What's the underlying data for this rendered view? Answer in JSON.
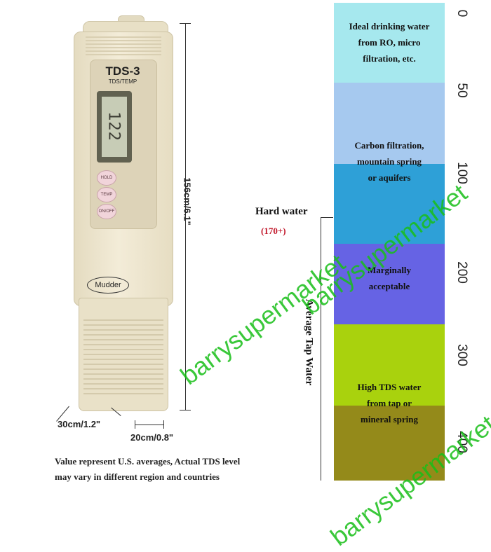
{
  "meter": {
    "model": "TDS-3",
    "model_sub": "TDS/TEMP",
    "display_value": "122",
    "buttons": {
      "hold": "HOLD",
      "temp": "TEMP",
      "onoff": "ON/OFF"
    },
    "brand": "Mudder"
  },
  "dimensions": {
    "length": "156cm/6.1\"",
    "width": "30cm/1.2\"",
    "depth": "20cm/0.8\""
  },
  "footnote": {
    "line1": "Value represent U.S. averages, Actual TDS level",
    "line2": "may vary  in different region and countries"
  },
  "tds_scale": {
    "ticks": [
      "0",
      "50",
      "100",
      "200",
      "300",
      "400"
    ],
    "band_colors": [
      "#a6e8ee",
      "#a6c9ef",
      "#2ea0d7",
      "#6663e4",
      "#a9d20d",
      "#948a1a"
    ],
    "descriptions": [
      "Ideal drinking water\nfrom RO, micro\nfiltration, etc.",
      "Carbon filtration,\nmountain spring\nor aquifers",
      "Marginally\nacceptable",
      "High TDS water\nfrom tap or\nmineral spring"
    ]
  },
  "hard_water": {
    "title": "Hard water",
    "range": "(170+)"
  },
  "avg_tap_label": "Average Tap Water",
  "watermark": "barrysupermarket"
}
